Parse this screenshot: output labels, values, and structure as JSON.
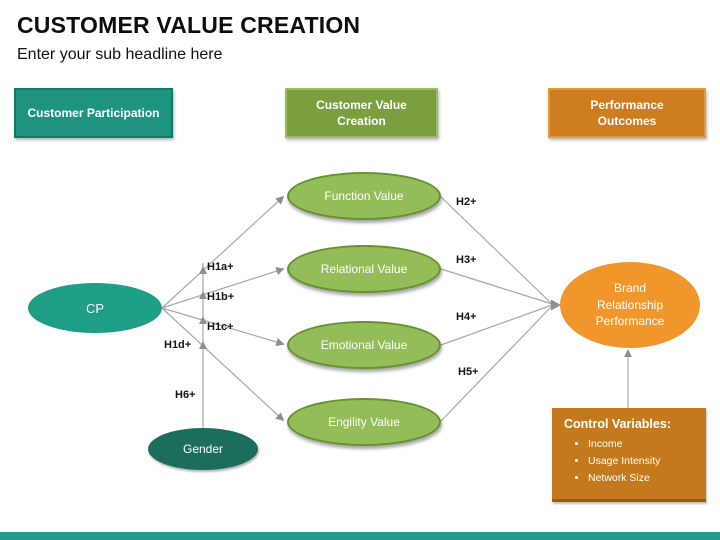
{
  "slide": {
    "title": "CUSTOMER VALUE CREATION",
    "subtitle": "Enter your sub headline here"
  },
  "headers": {
    "participation": "Customer Participation",
    "creation": "Customer Value Creation",
    "outcomes": "Performance Outcomes"
  },
  "nodes": {
    "cp": "CP",
    "gender": "Gender",
    "function_value": "Function Value",
    "relational_value": "Relational Value",
    "emotional_value": "Emotional Value",
    "engility_value": "Engility Value",
    "brand": "Brand Relationship Performance"
  },
  "edge_labels": {
    "h1a": "H1a+",
    "h1b": "H1b+",
    "h1c": "H1c+",
    "h1d": "H1d+",
    "h2": "H2+",
    "h3": "H3+",
    "h4": "H4+",
    "h5": "H5+",
    "h6": "H6+"
  },
  "control_variables": {
    "title": "Control Variables:",
    "items": [
      "Income",
      "Usage Intensity",
      "Network Size"
    ]
  },
  "colors": {
    "teal": "#1e9480",
    "dark_teal": "#1b6d5c",
    "olive": "#7b9f3e",
    "light_green": "#93bd58",
    "bright_orange": "#f0962a",
    "dark_orange": "#c3791c",
    "arrow_gray": "#a8a8a8",
    "accent_bar": "#1f9c8b"
  }
}
